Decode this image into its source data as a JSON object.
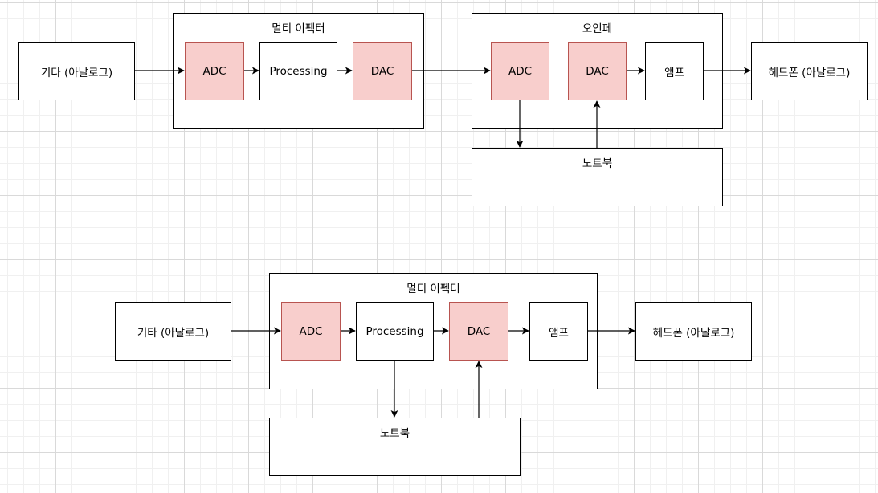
{
  "top": {
    "multi_effector_label": "멀티 이펙터",
    "audio_interface_label": "오인페",
    "notebook_label": "노트북",
    "guitar": "기타 (아날로그)",
    "adc1": "ADC",
    "processing": "Processing",
    "dac1": "DAC",
    "adc2": "ADC",
    "dac2": "DAC",
    "amp": "앰프",
    "headphone": "헤드폰 (아날로그)"
  },
  "bottom": {
    "multi_effector_label": "멀티 이펙터",
    "notebook_label": "노트북",
    "guitar": "기타 (아날로그)",
    "adc": "ADC",
    "processing": "Processing",
    "dac": "DAC",
    "amp": "앰프",
    "headphone": "헤드폰 (아날로그)"
  },
  "colors": {
    "converter_fill": "#f8cecc",
    "converter_stroke": "#b85450",
    "line": "#000000"
  }
}
